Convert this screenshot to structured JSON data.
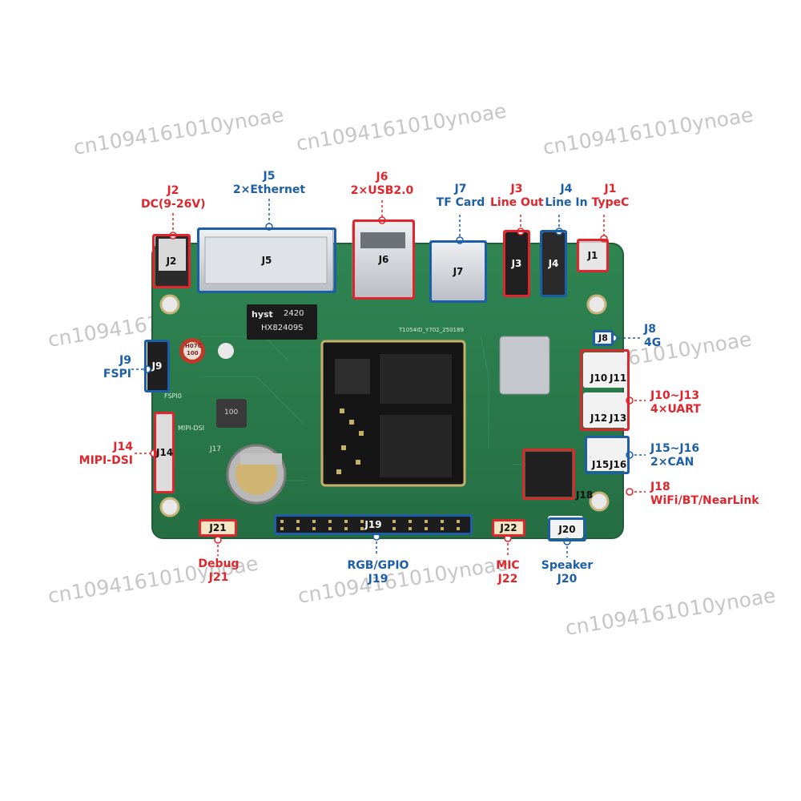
{
  "watermark": "cn1094161010ynoae",
  "colors": {
    "red": "#e0262c",
    "blue": "#1c5fa8",
    "board": "#2e7d4e"
  },
  "callouts": {
    "j2": {
      "ref": "J2",
      "desc": "DC(9-26V)",
      "tag": "J2"
    },
    "j5": {
      "ref": "J5",
      "desc": "2×Ethernet",
      "tag": "J5"
    },
    "j6": {
      "ref": "J6",
      "desc": "2×USB2.0",
      "tag": "J6"
    },
    "j7": {
      "ref": "J7",
      "desc": "TF Card",
      "tag": "J7"
    },
    "j3": {
      "ref": "J3",
      "desc": "Line Out",
      "tag": "J3"
    },
    "j4": {
      "ref": "J4",
      "desc": "Line In",
      "tag": "J4"
    },
    "j1": {
      "ref": "J1",
      "desc": "TypeC",
      "tag": "J1"
    },
    "j8": {
      "ref": "J8",
      "desc": "4G",
      "tag": "J8"
    },
    "j9": {
      "ref": "J9",
      "desc": "FSPI",
      "tag": "J9"
    },
    "j10_13": {
      "ref": "J10~J13",
      "desc": "4×UART",
      "tags": [
        "J10",
        "J11",
        "J12",
        "J13"
      ]
    },
    "j14": {
      "ref": "J14",
      "desc": "MIPI-DSI",
      "tag": "J14"
    },
    "j15_16": {
      "ref": "J15~J16",
      "desc": "2×CAN",
      "tags": [
        "J15",
        "J16"
      ]
    },
    "j18": {
      "ref": "J18",
      "desc": "WiFi/BT/NearLink",
      "tag": "J18"
    },
    "j21": {
      "ref": "J21",
      "desc": "Debug",
      "tag": "J21"
    },
    "j19": {
      "ref": "J19",
      "desc": "RGB/GPIO",
      "tag": "J19"
    },
    "j22": {
      "ref": "J22",
      "desc": "MIC",
      "tag": "J22"
    },
    "j20": {
      "ref": "J20",
      "desc": "Speaker",
      "tag": "J20"
    }
  },
  "silkscreen": {
    "hyst": "hyst",
    "hyst_num": "2420",
    "chip_code": "HX82409S",
    "board_code": "T1054ID_Y702_250189",
    "cap_code": "H07C",
    "cap_val": "100",
    "inductor": "100",
    "fspi": "FSPI0",
    "mipi": "MIPI-DSI",
    "j17": "J17"
  }
}
